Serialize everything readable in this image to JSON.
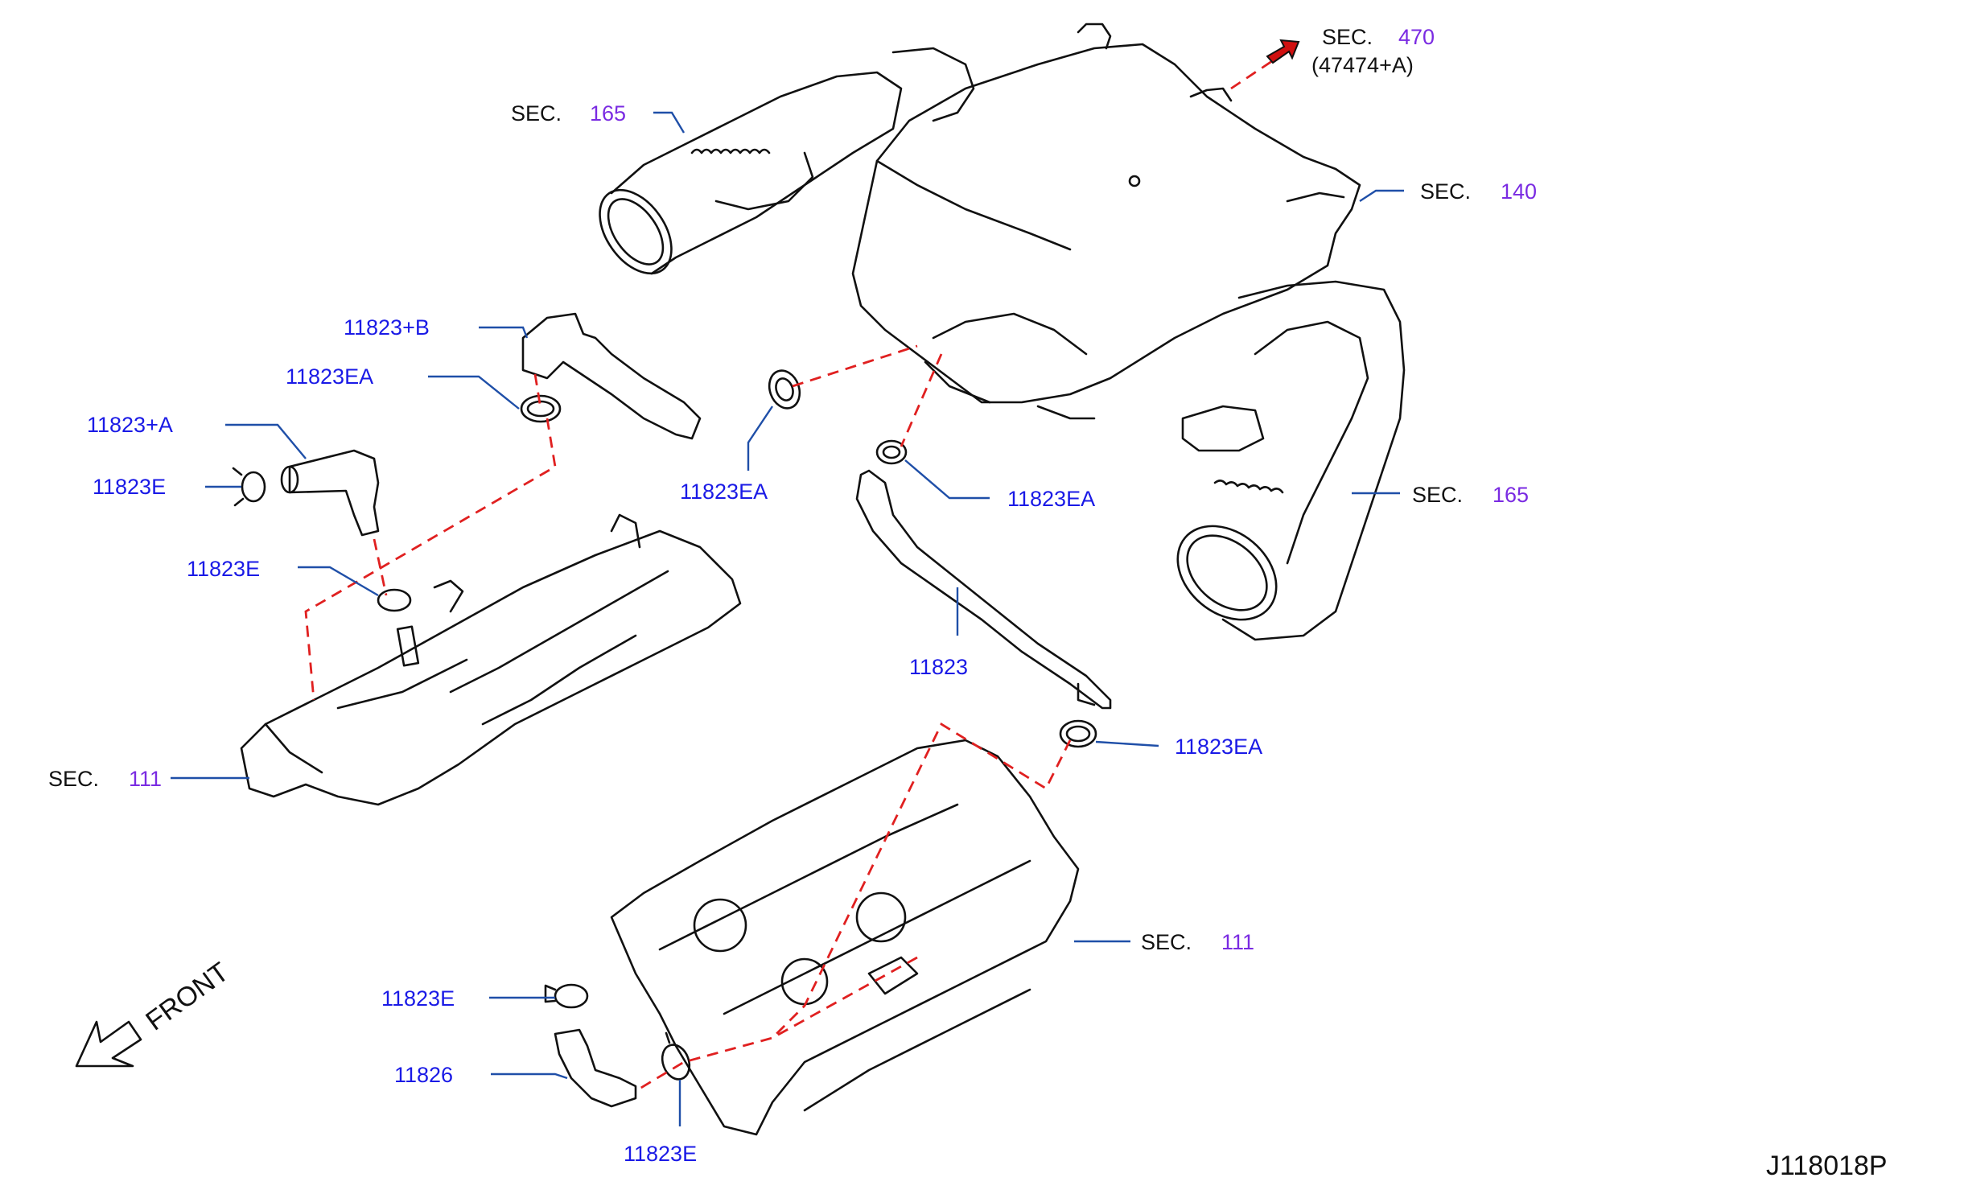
{
  "drawing_code": "J118018P",
  "front_label": "FRONT",
  "parts": {
    "p11823B": "11823+B",
    "p11823EA_a": "11823EA",
    "p11823A": "11823+A",
    "p11823E_a": "11823E",
    "p11823EA_b": "11823EA",
    "p11823EA_c": "11823EA",
    "p11823E_b": "11823E",
    "p11823": "11823",
    "p11823EA_d": "11823EA",
    "p11823E_c": "11823E",
    "p11826": "11826",
    "p11823E_d": "11823E"
  },
  "sections": {
    "s165_top": {
      "prefix": "SEC.",
      "num": "165"
    },
    "s470": {
      "prefix": "SEC.",
      "num": "470",
      "sub": "(47474+A)"
    },
    "s140": {
      "prefix": "SEC.",
      "num": "140"
    },
    "s165_right": {
      "prefix": "SEC.",
      "num": "165"
    },
    "s111_left": {
      "prefix": "SEC.",
      "num": "111"
    },
    "s111_right": {
      "prefix": "SEC.",
      "num": "111"
    }
  },
  "colors": {
    "part_label": "#1a1ae6",
    "section_number": "#7a2be2",
    "leader_line": "#1f4fa8",
    "dashed_connection": "#e02020",
    "outline": "#111111",
    "arrow": "#d01010"
  }
}
